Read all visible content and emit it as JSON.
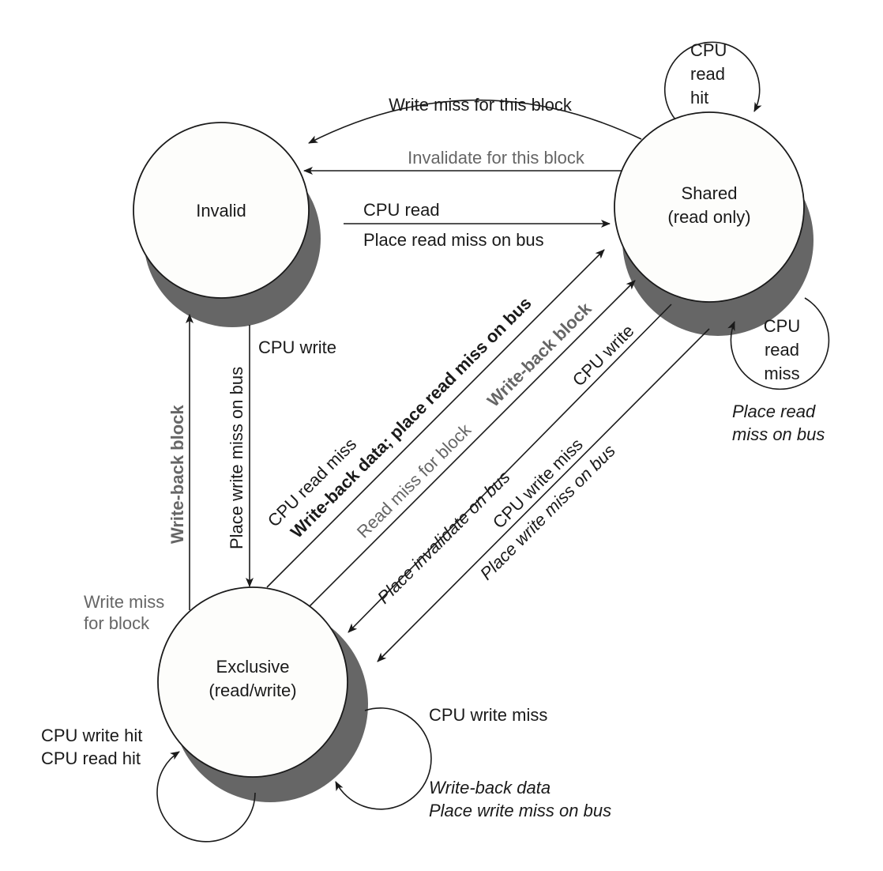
{
  "diagram": {
    "type": "state-machine",
    "colors": {
      "line": "#1a1a1a",
      "shadow": "#666666",
      "gray_label": "#666666",
      "state_fill": "#fdfdfb"
    },
    "states": {
      "invalid": {
        "label": "Invalid"
      },
      "shared": {
        "line1": "Shared",
        "line2": "(read only)"
      },
      "exclusive": {
        "line1": "Exclusive",
        "line2": "(read/write)"
      }
    },
    "transitions": {
      "shared_to_invalid_write_miss": "Write miss for this block",
      "shared_to_invalid_invalidate": "Invalidate for this block",
      "invalid_to_shared_read": {
        "action": "CPU read",
        "bus": "Place read miss on bus"
      },
      "shared_self_read_hit": {
        "line1": "CPU",
        "line2": "read",
        "line3": "hit"
      },
      "shared_self_read_miss": {
        "line1": "CPU",
        "line2": "read",
        "line3": "miss",
        "bus1": "Place read",
        "bus2": "miss on bus"
      },
      "invalid_to_exclusive_write": {
        "action": "CPU write",
        "bus": "Place write miss on bus"
      },
      "exclusive_to_invalid_writeback": "Write-back block",
      "exclusive_to_invalid_trigger": {
        "line1": "Write miss",
        "line2": "for block"
      },
      "exclusive_to_shared_read_miss": {
        "action": "CPU read miss",
        "bus": "Write-back data; place read miss on bus"
      },
      "exclusive_to_shared_read_miss_block": {
        "trigger": "Read miss for block",
        "bus": "Write-back block"
      },
      "shared_to_exclusive_write": {
        "action": "CPU write",
        "bus": "Place invalidate on bus"
      },
      "shared_to_exclusive_write_miss": {
        "action": "CPU write miss",
        "bus": "Place write miss on bus"
      },
      "exclusive_self_hit": {
        "line1": "CPU write hit",
        "line2": "CPU read hit"
      },
      "exclusive_self_write_miss": {
        "action": "CPU write miss",
        "bus1": "Write-back data",
        "bus2": "Place write miss on bus"
      }
    }
  }
}
